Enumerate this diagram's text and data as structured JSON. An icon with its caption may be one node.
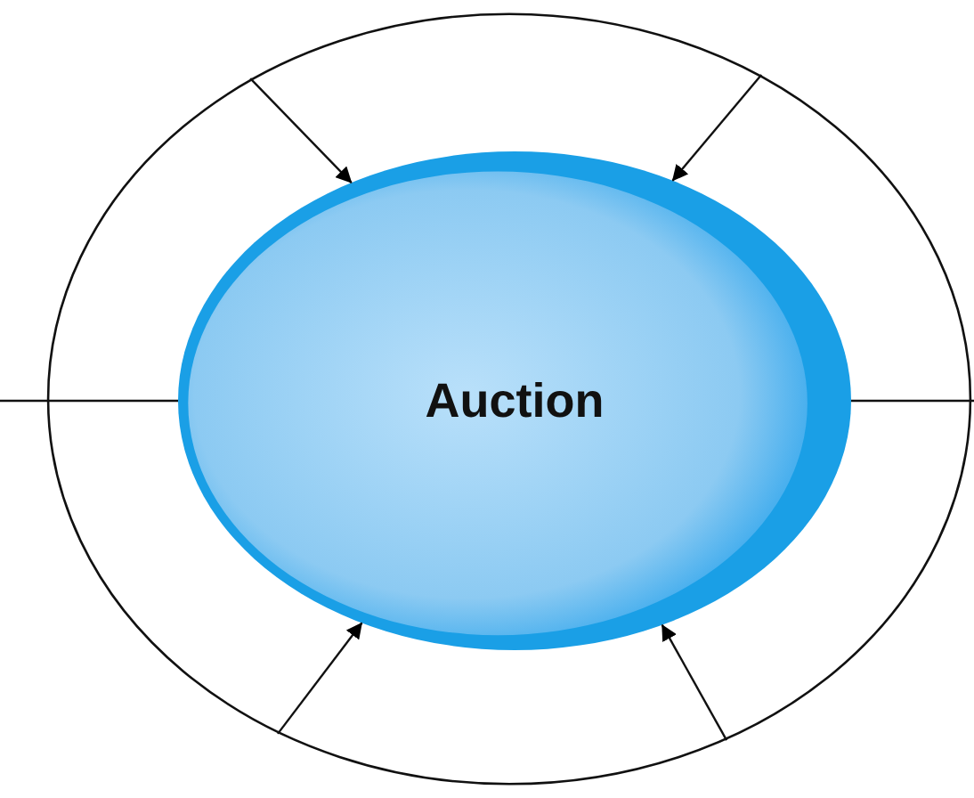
{
  "diagram": {
    "nodes": [
      {
        "text": [],
        "shape": "ellipse"
      },
      {
        "text": [
          "Auction"
        ],
        "in": 0
      }
    ],
    "edges": [
      {
        "from": 0,
        "to": 1,
        "arrow": "to"
      },
      {
        "from": 0,
        "to": 1,
        "arrow": "to"
      },
      {
        "from": 0,
        "to": 1,
        "arrow": "to"
      },
      {
        "from": 0,
        "to": 1,
        "arrow": "to"
      },
      {
        "from": null,
        "to": 1,
        "arrow": "none"
      },
      {
        "from": null,
        "to": 1,
        "arrow": "none"
      }
    ]
  }
}
